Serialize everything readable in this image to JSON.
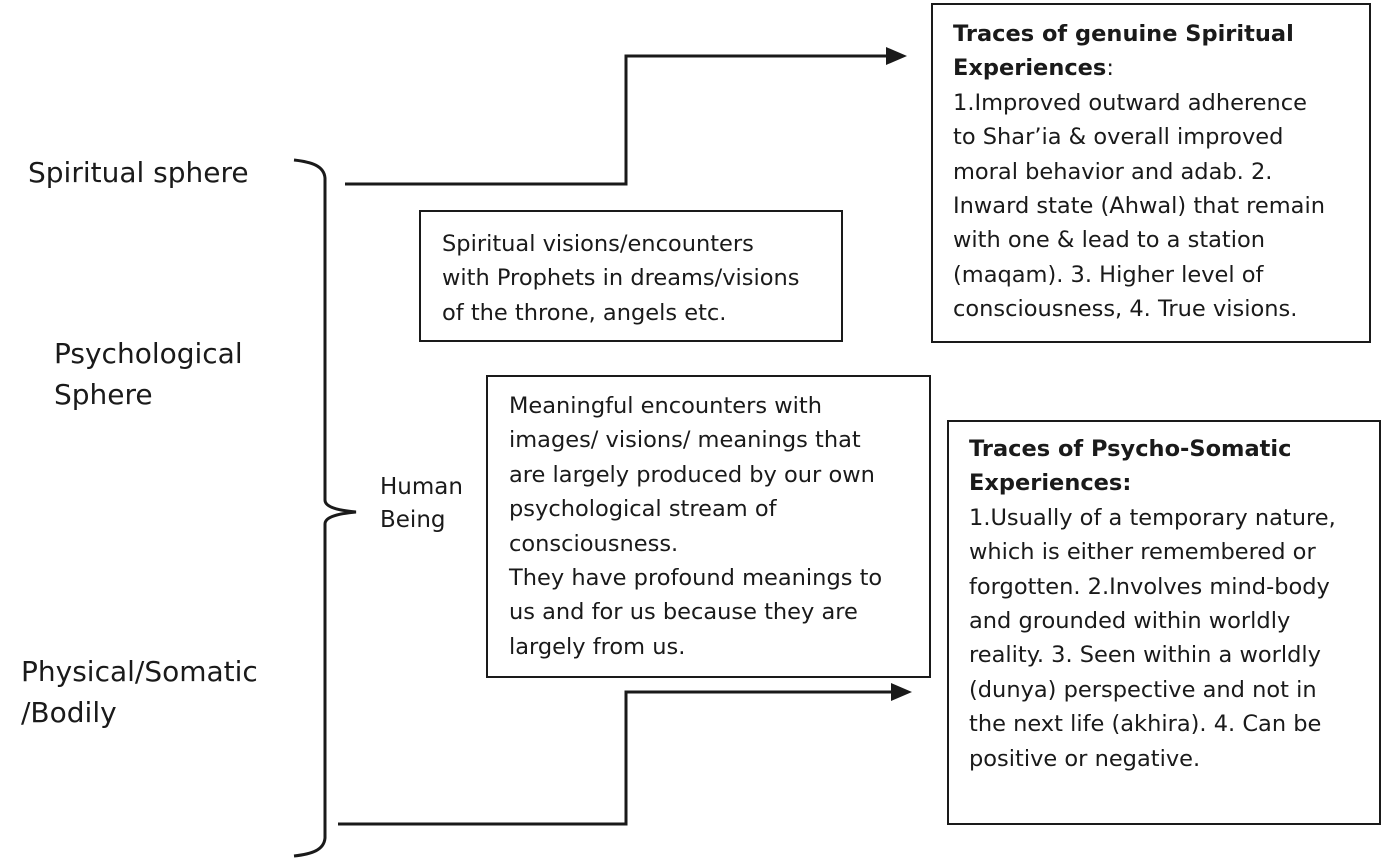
{
  "spheres": {
    "spiritual": "Spiritual sphere",
    "psychological": [
      "Psychological",
      "Sphere"
    ],
    "physical": [
      "Physical/Somatic",
      "/Bodily"
    ]
  },
  "center_label": [
    "Human",
    "Being"
  ],
  "spiritual_visions_box": {
    "lines": [
      "Spiritual visions/encounters",
      "with Prophets in dreams/visions",
      "of the throne, angels etc."
    ]
  },
  "psychological_box": {
    "lines": [
      "Meaningful encounters with",
      "images/ visions/ meanings that",
      "are largely produced by our own",
      "psychological stream of",
      "consciousness.",
      "They have profound meanings to",
      "us and for us because they are",
      "largely from us."
    ]
  },
  "spiritual_traces_box": {
    "title_lines": [
      "Traces of genuine Spiritual",
      "Experiences"
    ],
    "title_suffix": ":",
    "lines": [
      "1.Improved outward adherence",
      "to Shar’ia & overall improved",
      "moral behavior and adab. 2.",
      "Inward state (Ahwal) that remain",
      "with one & lead to a station",
      "(maqam). 3. Higher level of",
      "consciousness, 4. True visions."
    ]
  },
  "psychosomatic_traces_box": {
    "title_lines": [
      "Traces of Psycho-Somatic",
      "Experiences:"
    ],
    "lines": [
      "1.Usually of a temporary nature,",
      "which is either remembered or",
      "forgotten.  2.Involves mind-body",
      "and grounded within worldly",
      "reality. 3. Seen within a worldly",
      "(dunya) perspective and not in",
      "the next life (akhira). 4. Can be",
      "positive or negative."
    ]
  }
}
